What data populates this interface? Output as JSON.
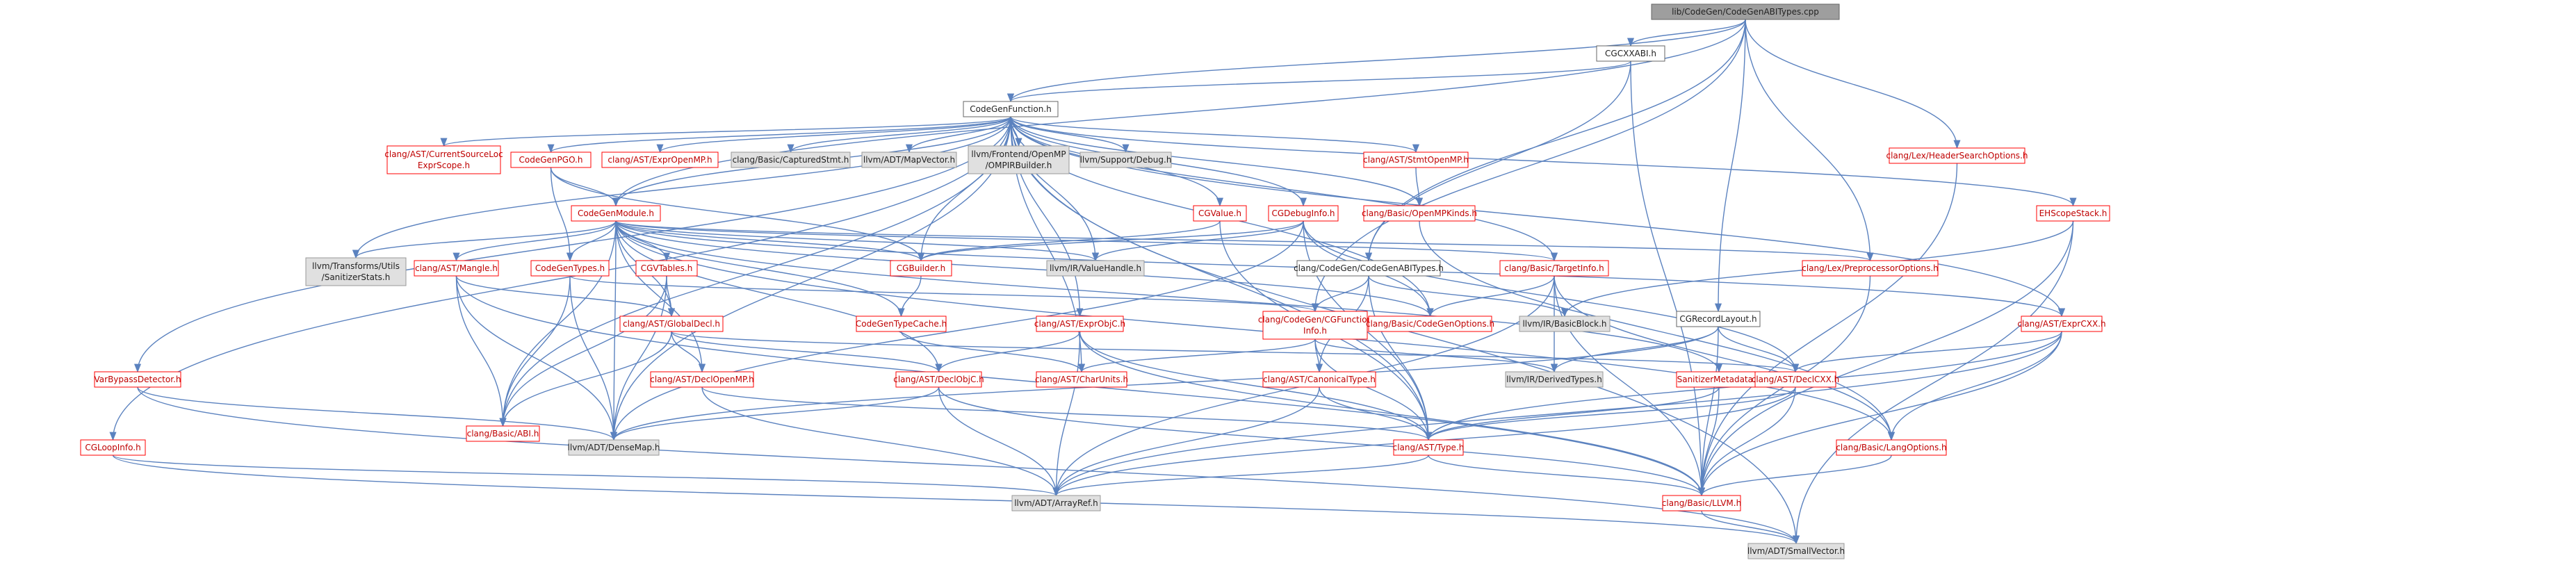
{
  "colors": {
    "root_fill": "#9e9e9e",
    "gray_fill": "#e0e0e0",
    "white_fill": "#ffffff",
    "black_border": "#666666",
    "red_border": "#ff0000",
    "gray_border": "#999999",
    "edge": "#5b82bf",
    "text_red": "#bf0000",
    "text_dark": "#222222"
  },
  "nodes": [
    {
      "id": "root",
      "label": [
        "lib/CodeGen/CodeGenABITypes.cpp"
      ],
      "style": "root"
    },
    {
      "id": "cgcxxabi",
      "label": [
        "CGCXXABI.h"
      ],
      "style": "black"
    },
    {
      "id": "headersearch",
      "label": [
        "clang/Lex/HeaderSearchOptions.h"
      ],
      "style": "red"
    },
    {
      "id": "cgf",
      "label": [
        "CodeGenFunction.h"
      ],
      "style": "black"
    },
    {
      "id": "curscope",
      "label": [
        "clang/AST/CurrentSourceLoc",
        "ExprScope.h"
      ],
      "style": "red"
    },
    {
      "id": "pgo",
      "label": [
        "CodeGenPGO.h"
      ],
      "style": "red"
    },
    {
      "id": "expromp",
      "label": [
        "clang/AST/ExprOpenMP.h"
      ],
      "style": "red"
    },
    {
      "id": "capstmt",
      "label": [
        "clang/Basic/CapturedStmt.h"
      ],
      "style": "gray"
    },
    {
      "id": "mapvector",
      "label": [
        "llvm/ADT/MapVector.h"
      ],
      "style": "gray"
    },
    {
      "id": "ompirb",
      "label": [
        "llvm/Frontend/OpenMP",
        "/OMPIRBuilder.h"
      ],
      "style": "gray"
    },
    {
      "id": "supportdebug",
      "label": [
        "llvm/Support/Debug.h"
      ],
      "style": "gray"
    },
    {
      "id": "cgvalue",
      "label": [
        "CGValue.h"
      ],
      "style": "red"
    },
    {
      "id": "cgdebug",
      "label": [
        "CGDebugInfo.h"
      ],
      "style": "red"
    },
    {
      "id": "stmtomp",
      "label": [
        "clang/AST/StmtOpenMP.h"
      ],
      "style": "red"
    },
    {
      "id": "ompkinds",
      "label": [
        "clang/Basic/OpenMPKinds.h"
      ],
      "style": "red"
    },
    {
      "id": "ehscope",
      "label": [
        "EHScopeStack.h"
      ],
      "style": "red"
    },
    {
      "id": "varbypass",
      "label": [
        "VarBypassDetector.h"
      ],
      "style": "red"
    },
    {
      "id": "cgloop",
      "label": [
        "CGLoopInfo.h"
      ],
      "style": "red"
    },
    {
      "id": "cgm",
      "label": [
        "CodeGenModule.h"
      ],
      "style": "red"
    },
    {
      "id": "sanstats",
      "label": [
        "llvm/Transforms/Utils",
        "/SanitizerStats.h"
      ],
      "style": "gray"
    },
    {
      "id": "mangle",
      "label": [
        "clang/AST/Mangle.h"
      ],
      "style": "red"
    },
    {
      "id": "cgtypes",
      "label": [
        "CodeGenTypes.h"
      ],
      "style": "red"
    },
    {
      "id": "cgvtables",
      "label": [
        "CGVTables.h"
      ],
      "style": "red"
    },
    {
      "id": "cgbuilder",
      "label": [
        "CGBuilder.h"
      ],
      "style": "red"
    },
    {
      "id": "valuehandle",
      "label": [
        "llvm/IR/ValueHandle.h"
      ],
      "style": "gray"
    },
    {
      "id": "cgabitypes",
      "label": [
        "clang/CodeGen/CodeGenABITypes.h"
      ],
      "style": "black"
    },
    {
      "id": "targetinfo",
      "label": [
        "clang/Basic/TargetInfo.h"
      ],
      "style": "red"
    },
    {
      "id": "ppopts",
      "label": [
        "clang/Lex/PreprocessorOptions.h"
      ],
      "style": "red"
    },
    {
      "id": "globaldecl",
      "label": [
        "clang/AST/GlobalDecl.h"
      ],
      "style": "red"
    },
    {
      "id": "typecache",
      "label": [
        "CodeGenTypeCache.h"
      ],
      "style": "red"
    },
    {
      "id": "exprobjc",
      "label": [
        "clang/AST/ExprObjC.h"
      ],
      "style": "red"
    },
    {
      "id": "cgfuncinfo",
      "label": [
        "clang/CodeGen/CGFunction",
        "Info.h"
      ],
      "style": "red"
    },
    {
      "id": "cgopts",
      "label": [
        "clang/Basic/CodeGenOptions.h"
      ],
      "style": "red"
    },
    {
      "id": "basicblock",
      "label": [
        "llvm/IR/BasicBlock.h"
      ],
      "style": "gray"
    },
    {
      "id": "cgrecord",
      "label": [
        "CGRecordLayout.h"
      ],
      "style": "black"
    },
    {
      "id": "exprcxx",
      "label": [
        "clang/AST/ExprCXX.h"
      ],
      "style": "red"
    },
    {
      "id": "declompm",
      "label": [
        "clang/AST/DeclOpenMP.h"
      ],
      "style": "red"
    },
    {
      "id": "declobjc",
      "label": [
        "clang/AST/DeclObjC.h"
      ],
      "style": "red"
    },
    {
      "id": "charunits",
      "label": [
        "clang/AST/CharUnits.h"
      ],
      "style": "red"
    },
    {
      "id": "canontype",
      "label": [
        "clang/AST/CanonicalType.h"
      ],
      "style": "red"
    },
    {
      "id": "derivedtypes",
      "label": [
        "llvm/IR/DerivedTypes.h"
      ],
      "style": "gray"
    },
    {
      "id": "sanmeta",
      "label": [
        "SanitizerMetadata.h"
      ],
      "style": "red"
    },
    {
      "id": "declcxx",
      "label": [
        "clang/AST/DeclCXX.h"
      ],
      "style": "red"
    },
    {
      "id": "basicabi",
      "label": [
        "clang/Basic/ABI.h"
      ],
      "style": "red"
    },
    {
      "id": "densemap",
      "label": [
        "llvm/ADT/DenseMap.h"
      ],
      "style": "gray"
    },
    {
      "id": "asttype",
      "label": [
        "clang/AST/Type.h"
      ],
      "style": "red"
    },
    {
      "id": "langopts",
      "label": [
        "clang/Basic/LangOptions.h"
      ],
      "style": "red"
    },
    {
      "id": "arrayref",
      "label": [
        "llvm/ADT/ArrayRef.h"
      ],
      "style": "gray"
    },
    {
      "id": "basicllvm",
      "label": [
        "clang/Basic/LLVM.h"
      ],
      "style": "red"
    },
    {
      "id": "smallvector",
      "label": [
        "llvm/ADT/SmallVector.h"
      ],
      "style": "gray"
    }
  ],
  "edges": [
    [
      "root",
      "cgcxxabi"
    ],
    [
      "root",
      "headersearch"
    ],
    [
      "root",
      "cgf"
    ],
    [
      "root",
      "cgm"
    ],
    [
      "root",
      "cgabitypes"
    ],
    [
      "root",
      "ppopts"
    ],
    [
      "root",
      "cgfuncinfo"
    ],
    [
      "root",
      "cgrecord"
    ],
    [
      "cgcxxabi",
      "cgf"
    ],
    [
      "cgcxxabi",
      "basicllvm"
    ],
    [
      "cgcxxabi",
      "cgabitypes"
    ],
    [
      "headersearch",
      "basicllvm"
    ],
    [
      "cgf",
      "curscope"
    ],
    [
      "cgf",
      "pgo"
    ],
    [
      "cgf",
      "expromp"
    ],
    [
      "cgf",
      "capstmt"
    ],
    [
      "cgf",
      "mapvector"
    ],
    [
      "cgf",
      "ompirb"
    ],
    [
      "cgf",
      "supportdebug"
    ],
    [
      "cgf",
      "cgvalue"
    ],
    [
      "cgf",
      "cgdebug"
    ],
    [
      "cgf",
      "stmtomp"
    ],
    [
      "cgf",
      "ompkinds"
    ],
    [
      "cgf",
      "ehscope"
    ],
    [
      "cgf",
      "varbypass"
    ],
    [
      "cgf",
      "cgloop"
    ],
    [
      "cgf",
      "cgm"
    ],
    [
      "cgf",
      "sanstats"
    ],
    [
      "cgf",
      "cgbuilder"
    ],
    [
      "cgf",
      "valuehandle"
    ],
    [
      "cgf",
      "targetinfo"
    ],
    [
      "cgf",
      "exprobjc"
    ],
    [
      "cgf",
      "cgopts"
    ],
    [
      "cgf",
      "exprcxx"
    ],
    [
      "cgf",
      "charunits"
    ],
    [
      "cgf",
      "basicabi"
    ],
    [
      "cgf",
      "densemap"
    ],
    [
      "cgf",
      "asttype"
    ],
    [
      "cgf",
      "smallvector"
    ],
    [
      "pgo",
      "cgm"
    ],
    [
      "pgo",
      "cgbuilder"
    ],
    [
      "pgo",
      "cgtypes"
    ],
    [
      "cgvalue",
      "cgbuilder"
    ],
    [
      "cgvalue",
      "asttype"
    ],
    [
      "cgdebug",
      "cgbuilder"
    ],
    [
      "cgdebug",
      "valuehandle"
    ],
    [
      "cgdebug",
      "cgopts"
    ],
    [
      "cgdebug",
      "densemap"
    ],
    [
      "cgdebug",
      "declcxx"
    ],
    [
      "cgdebug",
      "asttype"
    ],
    [
      "stmtomp",
      "ompkinds"
    ],
    [
      "ompkinds",
      "langopts"
    ],
    [
      "ehscope",
      "basicblock"
    ],
    [
      "ehscope",
      "basicllvm"
    ],
    [
      "ehscope",
      "smallvector"
    ],
    [
      "varbypass",
      "densemap"
    ],
    [
      "varbypass",
      "smallvector"
    ],
    [
      "cgloop",
      "arrayref"
    ],
    [
      "cgloop",
      "smallvector"
    ],
    [
      "cgm",
      "sanstats"
    ],
    [
      "cgm",
      "mangle"
    ],
    [
      "cgm",
      "cgtypes"
    ],
    [
      "cgm",
      "cgvtables"
    ],
    [
      "cgm",
      "cgbuilder"
    ],
    [
      "cgm",
      "valuehandle"
    ],
    [
      "cgm",
      "targetinfo"
    ],
    [
      "cgm",
      "ppopts"
    ],
    [
      "cgm",
      "globaldecl"
    ],
    [
      "cgm",
      "typecache"
    ],
    [
      "cgm",
      "cgopts"
    ],
    [
      "cgm",
      "exprcxx"
    ],
    [
      "cgm",
      "declompm"
    ],
    [
      "cgm",
      "declobjc"
    ],
    [
      "cgm",
      "sanmeta"
    ],
    [
      "cgm",
      "basicabi"
    ],
    [
      "cgm",
      "langopts"
    ],
    [
      "cgm",
      "densemap"
    ],
    [
      "mangle",
      "globaldecl"
    ],
    [
      "mangle",
      "basicabi"
    ],
    [
      "mangle",
      "densemap"
    ],
    [
      "mangle",
      "basicllvm"
    ],
    [
      "cgtypes",
      "cgfuncinfo"
    ],
    [
      "cgtypes",
      "basicabi"
    ],
    [
      "cgtypes",
      "densemap"
    ],
    [
      "cgvtables",
      "globaldecl"
    ],
    [
      "cgvtables",
      "basicabi"
    ],
    [
      "cgvtables",
      "densemap"
    ],
    [
      "cgbuilder",
      "typecache"
    ],
    [
      "cgabitypes",
      "cgfuncinfo"
    ],
    [
      "cgabitypes",
      "basicblock"
    ],
    [
      "cgabitypes",
      "canontype"
    ],
    [
      "cgabitypes",
      "asttype"
    ],
    [
      "targetinfo",
      "cgopts"
    ],
    [
      "targetinfo",
      "derivedtypes"
    ],
    [
      "targetinfo",
      "langopts"
    ],
    [
      "targetinfo",
      "basicllvm"
    ],
    [
      "targetinfo",
      "arrayref"
    ],
    [
      "ppopts",
      "basicllvm"
    ],
    [
      "globaldecl",
      "declompm"
    ],
    [
      "globaldecl",
      "declobjc"
    ],
    [
      "globaldecl",
      "declcxx"
    ],
    [
      "globaldecl",
      "basicabi"
    ],
    [
      "typecache",
      "charunits"
    ],
    [
      "exprobjc",
      "declobjc"
    ],
    [
      "exprobjc",
      "asttype"
    ],
    [
      "exprobjc",
      "arrayref"
    ],
    [
      "exprobjc",
      "basicllvm"
    ],
    [
      "cgfuncinfo",
      "canontype"
    ],
    [
      "cgfuncinfo",
      "charunits"
    ],
    [
      "cgfuncinfo",
      "derivedtypes"
    ],
    [
      "cgfuncinfo",
      "asttype"
    ],
    [
      "cgrecord",
      "declcxx"
    ],
    [
      "cgrecord",
      "derivedtypes"
    ],
    [
      "cgrecord",
      "densemap"
    ],
    [
      "cgrecord",
      "basicllvm"
    ],
    [
      "exprcxx",
      "declcxx"
    ],
    [
      "exprcxx",
      "asttype"
    ],
    [
      "exprcxx",
      "langopts"
    ],
    [
      "exprcxx",
      "arrayref"
    ],
    [
      "exprcxx",
      "basicllvm"
    ],
    [
      "declompm",
      "asttype"
    ],
    [
      "declompm",
      "arrayref"
    ],
    [
      "declobjc",
      "densemap"
    ],
    [
      "declobjc",
      "arrayref"
    ],
    [
      "declobjc",
      "basicllvm"
    ],
    [
      "canontype",
      "asttype"
    ],
    [
      "canontype",
      "arrayref"
    ],
    [
      "sanmeta",
      "asttype"
    ],
    [
      "sanmeta",
      "basicllvm"
    ],
    [
      "declcxx",
      "asttype"
    ],
    [
      "declcxx",
      "arrayref"
    ],
    [
      "declcxx",
      "basicllvm"
    ],
    [
      "asttype",
      "basicllvm"
    ],
    [
      "asttype",
      "arrayref"
    ],
    [
      "langopts",
      "basicllvm"
    ],
    [
      "basicllvm",
      "smallvector"
    ]
  ]
}
